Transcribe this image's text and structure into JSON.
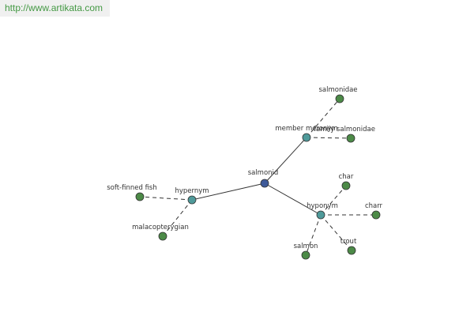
{
  "banner": {
    "url_text": "http://www.artikata.com"
  },
  "colors": {
    "center_node": "#3e5a99",
    "relation_node": "#4f9a9a",
    "term_node": "#4c8a47",
    "node_stroke": "#333333",
    "edge": "#333333"
  },
  "graph": {
    "center": {
      "label": "salmonid"
    },
    "relations": [
      {
        "id": "hypernym",
        "label": "hypernym",
        "terms": [
          {
            "label": "soft-finned fish"
          },
          {
            "label": "malacopterygian"
          }
        ]
      },
      {
        "id": "member-meronym",
        "label": "member meronym",
        "terms": [
          {
            "label": "salmonidae"
          },
          {
            "label": "family salmonidae"
          }
        ]
      },
      {
        "id": "hyponym",
        "label": "hyponym",
        "terms": [
          {
            "label": "char"
          },
          {
            "label": "charr"
          },
          {
            "label": "trout"
          },
          {
            "label": "salmon"
          }
        ]
      }
    ]
  }
}
